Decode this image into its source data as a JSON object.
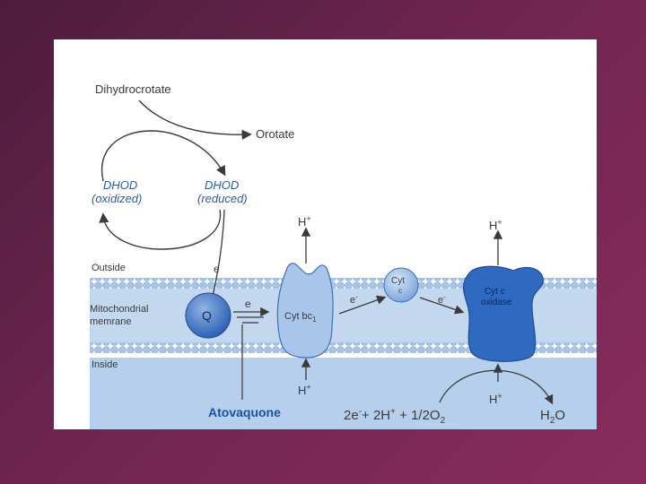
{
  "labels": {
    "dihydrocrotate": "Dihydrocrotate",
    "orotate": "Orotate",
    "dhod_ox_1": "DHOD",
    "dhod_ox_2": "(oxidized)",
    "dhod_red_1": "DHOD",
    "dhod_red_2": "(reduced)",
    "outside": "Outside",
    "mito_1": "Mitochondrial",
    "mito_2": "memrane",
    "inside": "Inside",
    "q": "Q",
    "e_dhod": "e",
    "e_q": "e",
    "e_cyt1": "e",
    "e_cyt2": "e",
    "cyt_bc1": "Cyt bc",
    "cyt_bc1_sub": "1",
    "cyt_c_1": "Cyt",
    "cyt_c_2": "c",
    "cyt_oxidase_1": "Cyt c",
    "cyt_oxidase_2": "oxidase",
    "h_top_bc1": "H",
    "h_bottom_bc1": "H",
    "h_top_ox": "H",
    "h_bottom_ox": "H",
    "plus": "+",
    "minus": "-",
    "atovaquone": "Atovaquone",
    "equation_left": "2e",
    "equation_right": "+ 2H",
    "equation_rest": " + 1/2O",
    "equation_sub": "2",
    "water": "H",
    "water_sub": "2",
    "water_o": "O"
  },
  "colors": {
    "membrane_head": "#9fbfe5",
    "membrane_band": "#c3d7ef",
    "inside_fill": "#b6cfec",
    "protein_light": "#a9c6ea",
    "protein_dark": "#2f6ac0",
    "q_sphere": "#3f78c8",
    "atovaquone": "#1f4fa0",
    "arrow": "#3a3a3a"
  }
}
